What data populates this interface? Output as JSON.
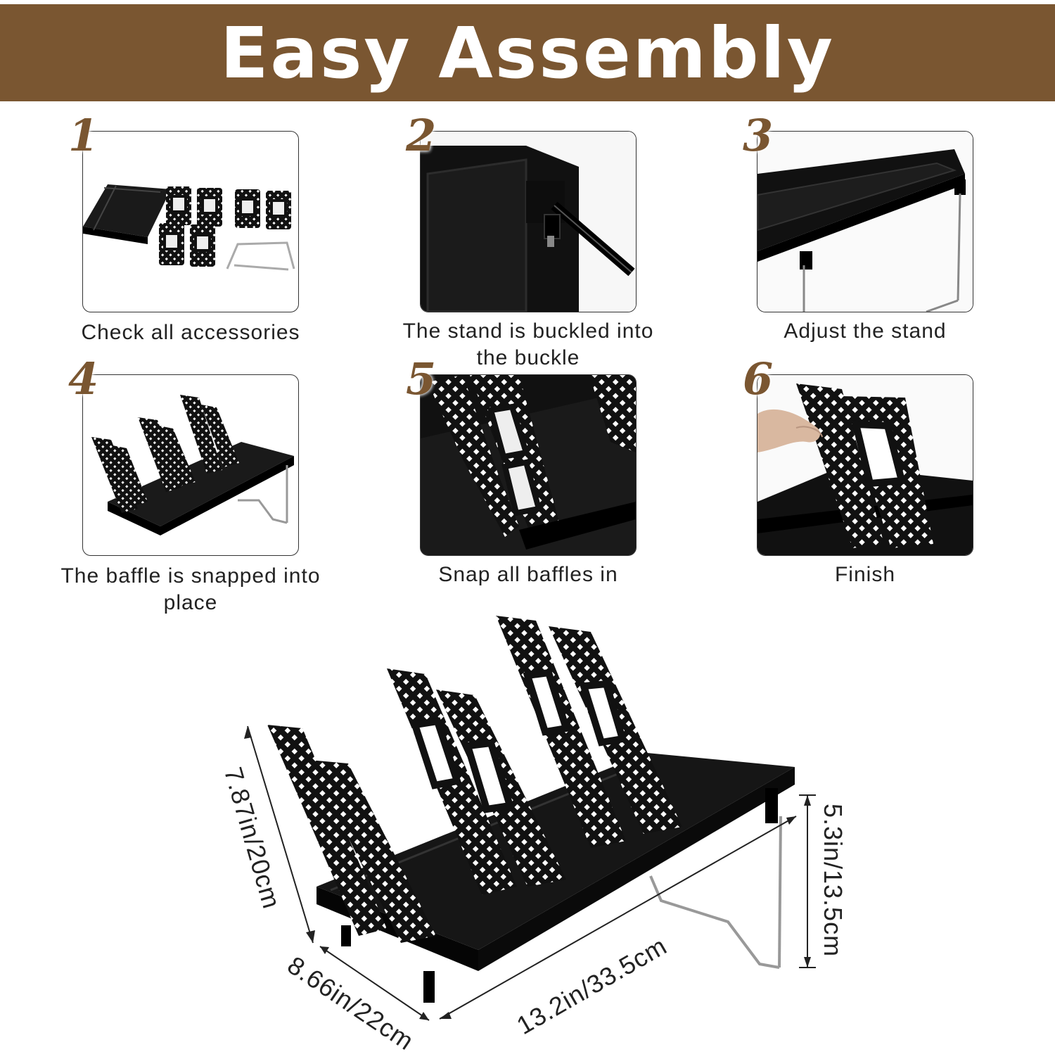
{
  "banner": {
    "title": "Easy Assembly",
    "color": "#7a5631"
  },
  "steps": [
    {
      "number": "1",
      "caption": "Check all accessories"
    },
    {
      "number": "2",
      "caption": "The stand is buckled into the buckle"
    },
    {
      "number": "3",
      "caption": "Adjust the stand"
    },
    {
      "number": "4",
      "caption": "The baffle is snapped into place"
    },
    {
      "number": "5",
      "caption": "Snap all baffles in"
    },
    {
      "number": "6",
      "caption": "Finish"
    }
  ],
  "dimensions": {
    "height": "7.87in/20cm",
    "depth": "8.66in/22cm",
    "length": "13.2in/33.5cm",
    "stand_height": "5.3in/13.5cm"
  },
  "icons": {
    "step1": "accessories-parts-icon",
    "step2": "stand-buckle-icon",
    "step3": "adjust-stand-icon",
    "step4": "baffle-snap-icon",
    "step5": "baffles-closeup-icon",
    "step6": "finished-rack-icon"
  }
}
